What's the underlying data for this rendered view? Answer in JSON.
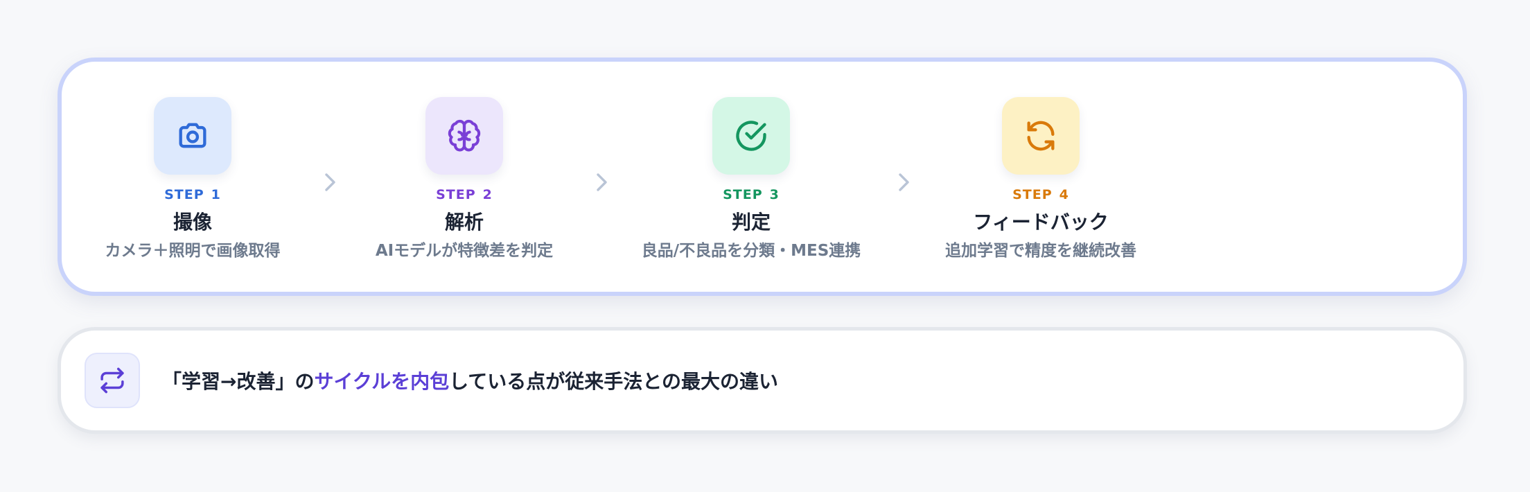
{
  "steps": [
    {
      "step_word": "STEP",
      "step_number": "1",
      "title": "撮像",
      "description": "カメラ＋照明で画像取得",
      "icon": "camera-icon",
      "accent_color": "#2f6bd8",
      "tile_color": "#dde9fd"
    },
    {
      "step_word": "STEP",
      "step_number": "2",
      "title": "解析",
      "description": "AIモデルが特徴差を判定",
      "icon": "brain-icon",
      "accent_color": "#7a3fd6",
      "tile_color": "#ece6fc"
    },
    {
      "step_word": "STEP",
      "step_number": "3",
      "title": "判定",
      "description": "良品/不良品を分類・MES連携",
      "icon": "check-circle-icon",
      "accent_color": "#14965f",
      "tile_color": "#d4f7e6"
    },
    {
      "step_word": "STEP",
      "step_number": "4",
      "title": "フィードバック",
      "description": "追加学習で精度を継続改善",
      "icon": "refresh-icon",
      "accent_color": "#d97a0a",
      "tile_color": "#fdf1c4"
    }
  ],
  "separator_icon": "chevron-right-icon",
  "note": {
    "icon": "repeat-arrows-icon",
    "text_before": "「学習→改善」の",
    "text_highlight": "サイクルを内包",
    "text_after": "している点が従来手法との最大の違い",
    "highlight_color": "#5b3fd6"
  }
}
